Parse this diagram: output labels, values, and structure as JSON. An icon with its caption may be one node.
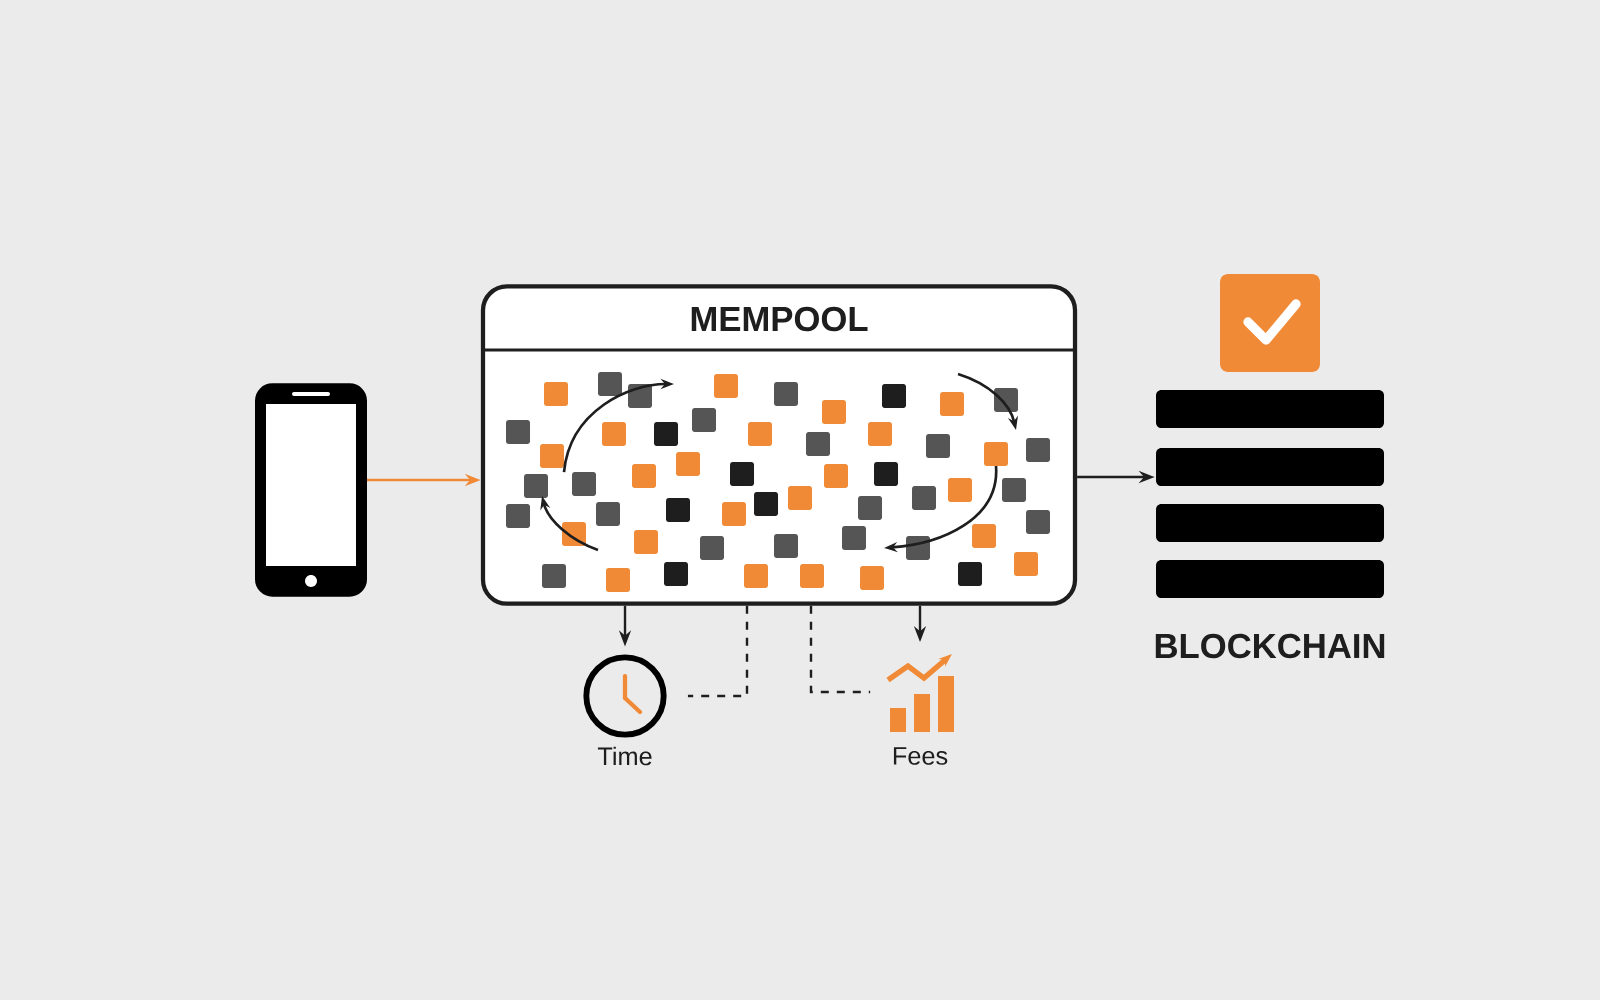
{
  "diagram": {
    "nodes": [
      {
        "text": [],
        "shape": "picture"
      },
      {
        "text": [
          "MEMPOOL"
        ]
      },
      {
        "text": [
          "BLOCKCHAIN"
        ]
      },
      {
        "text": [
          "Time"
        ]
      },
      {
        "text": [
          "Fees"
        ]
      }
    ],
    "edges": [
      {
        "from": 0,
        "to": 1,
        "arrow": "to",
        "color": "#f08a36"
      },
      {
        "from": 1,
        "to": 2,
        "arrow": "to"
      },
      {
        "from": 1,
        "to": 3,
        "arrow": "to"
      },
      {
        "from": 1,
        "to": 3,
        "arrow": "none",
        "style": "dashed"
      },
      {
        "from": 1,
        "to": 4,
        "arrow": "to"
      },
      {
        "from": 1,
        "to": 4,
        "arrow": "none",
        "style": "dashed"
      }
    ]
  }
}
